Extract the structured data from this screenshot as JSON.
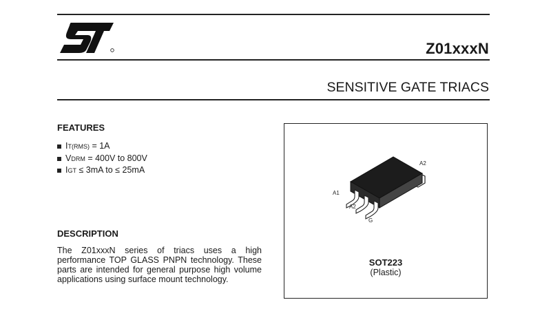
{
  "header": {
    "part_number": "Z01xxxN",
    "subtitle": "SENSITIVE GATE TRIACS",
    "logo_icon": "st-logo-icon"
  },
  "features": {
    "title": "FEATURES",
    "items": [
      {
        "symbol": "I",
        "subscript": "T(RMS)",
        "text": " = 1A"
      },
      {
        "symbol": "V",
        "subscript": "DRM",
        "text": " = 400V to 800V"
      },
      {
        "symbol": "I",
        "subscript": "GT",
        "text": " ≤  3mA to ≤  25mA"
      }
    ]
  },
  "description": {
    "title": "DESCRIPTION",
    "text": "The Z01xxxN series of triacs uses a high performance TOP GLASS PNPN technology. These parts are intended for general purpose high volume applications using surface mount technology."
  },
  "package": {
    "name": "SOT223",
    "material": "(Plastic)",
    "pins": {
      "a1": "A1",
      "a2_bottom": "A2",
      "gate": "G",
      "a2_tab": "A2"
    },
    "colors": {
      "body": "#1c1c1c",
      "leads": "#ffffff"
    }
  }
}
